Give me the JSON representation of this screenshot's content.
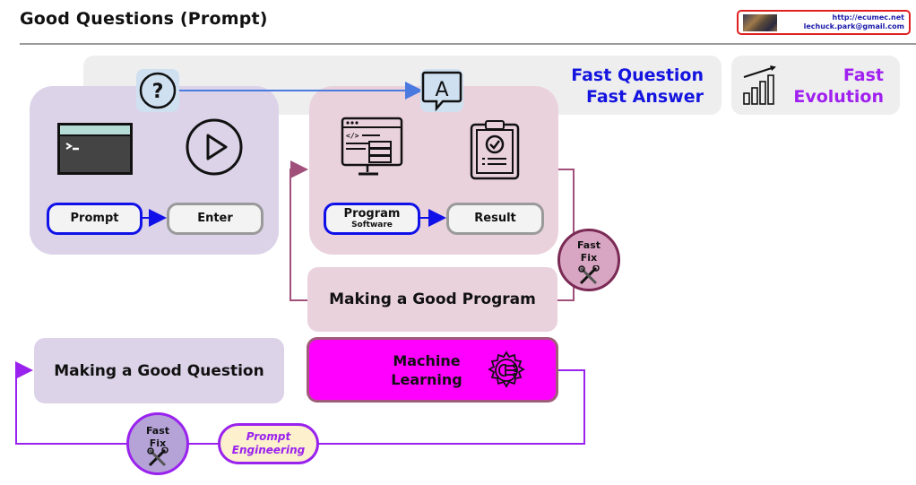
{
  "header": {
    "title": "Good Questions (Prompt)",
    "credit": {
      "url": "http://ecumec.net",
      "email": "lechuck.park@gmail.com"
    }
  },
  "banner": {
    "speed_line1": "Fast Question",
    "speed_line2": "Fast Answer",
    "evolution_line1": "Fast",
    "evolution_line2": "Evolution",
    "icons": {
      "question": "question-circle-icon",
      "answer": "answer-bubble-icon",
      "growth": "growth-chart-icon"
    }
  },
  "user_panel": {
    "icons": [
      "terminal-icon",
      "play-icon"
    ],
    "prompt_label": "Prompt",
    "enter_label": "Enter"
  },
  "system_panel": {
    "icons": [
      "code-monitor-icon",
      "clipboard-check-icon"
    ],
    "program_label": "Program",
    "program_sub": "Software",
    "result_label": "Result"
  },
  "fast_fix_right": {
    "line1": "Fast",
    "line2": "Fix",
    "icon": "tools-icon"
  },
  "good_program": "Making a Good Program",
  "good_question": "Making a Good Question",
  "machine_learning": {
    "line1": "Machine",
    "line2": "Learning",
    "icon": "ai-gear-icon"
  },
  "fast_fix_left": {
    "line1": "Fast",
    "line2": "Fix",
    "icon": "tools-icon"
  },
  "prompt_engineering": {
    "line1": "Prompt",
    "line2": "Engineering"
  },
  "colors": {
    "question_text": "#1414e0",
    "evolution_text": "#a020f0",
    "ml_fill": "#ff00ff",
    "loop_purple": "#9a22ee",
    "loop_maroon": "#a0507a"
  }
}
